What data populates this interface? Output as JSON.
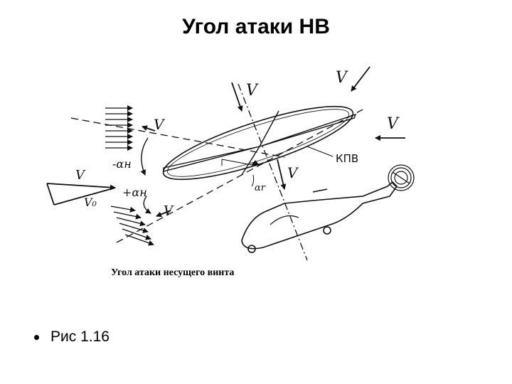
{
  "title": "Угол атаки НВ",
  "figure": {
    "caption": "Угол атаки несущего винта",
    "labels": {
      "v_top_center": "V",
      "v_top_right": "V",
      "v_right": "V",
      "v_upper_left": "V",
      "v_left": "V",
      "v0": "V₀",
      "v_lower_left": "V",
      "v_under_disk": "V",
      "kpv": "КПВ",
      "minus_alpha": "-αн",
      "plus_alpha": "+αн",
      "alpha_r": "αr"
    }
  },
  "bullets": [
    {
      "text": "Рис 1.16"
    }
  ]
}
